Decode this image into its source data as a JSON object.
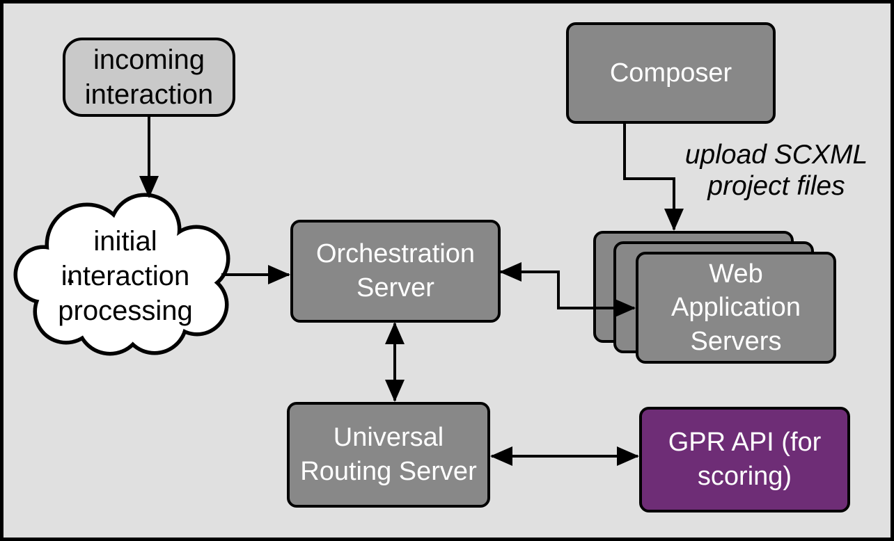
{
  "colors": {
    "bg": "#e0e0e0",
    "line": "#000000",
    "node_gray": "#888888",
    "node_light": "#c9c9c9",
    "purple": "#6e2d76",
    "text_light": "#ffffff",
    "text_dark": "#000000"
  },
  "nodes": {
    "incoming_interaction": {
      "label": "incoming\ninteraction",
      "shape": "rounded-box"
    },
    "initial_processing": {
      "label": "initial\ninteraction\nprocessing",
      "shape": "cloud"
    },
    "orchestration_server": {
      "label": "Orchestration\nServer",
      "shape": "box"
    },
    "composer": {
      "label": "Composer",
      "shape": "box"
    },
    "web_application_servers": {
      "label": "Web\nApplication\nServers",
      "shape": "stacked-boxes",
      "stack_count": 3
    },
    "universal_routing_server": {
      "label": "Universal\nRouting Server",
      "shape": "box"
    },
    "gpr_api": {
      "label": "GPR API (for\nscoring)",
      "shape": "box"
    }
  },
  "annotations": {
    "upload_scxml": {
      "label": "upload SCXML\nproject files"
    }
  },
  "edges": [
    {
      "from": "incoming_interaction",
      "to": "initial_processing",
      "style": "single-arrow"
    },
    {
      "from": "initial_processing",
      "to": "orchestration_server",
      "style": "single-arrow"
    },
    {
      "from": "composer",
      "to": "web_application_servers",
      "style": "single-arrow",
      "label": "upload SCXML project files"
    },
    {
      "from": "orchestration_server",
      "to": "web_application_servers",
      "style": "double-arrow"
    },
    {
      "from": "orchestration_server",
      "to": "universal_routing_server",
      "style": "double-arrow"
    },
    {
      "from": "universal_routing_server",
      "to": "gpr_api",
      "style": "double-arrow"
    }
  ]
}
